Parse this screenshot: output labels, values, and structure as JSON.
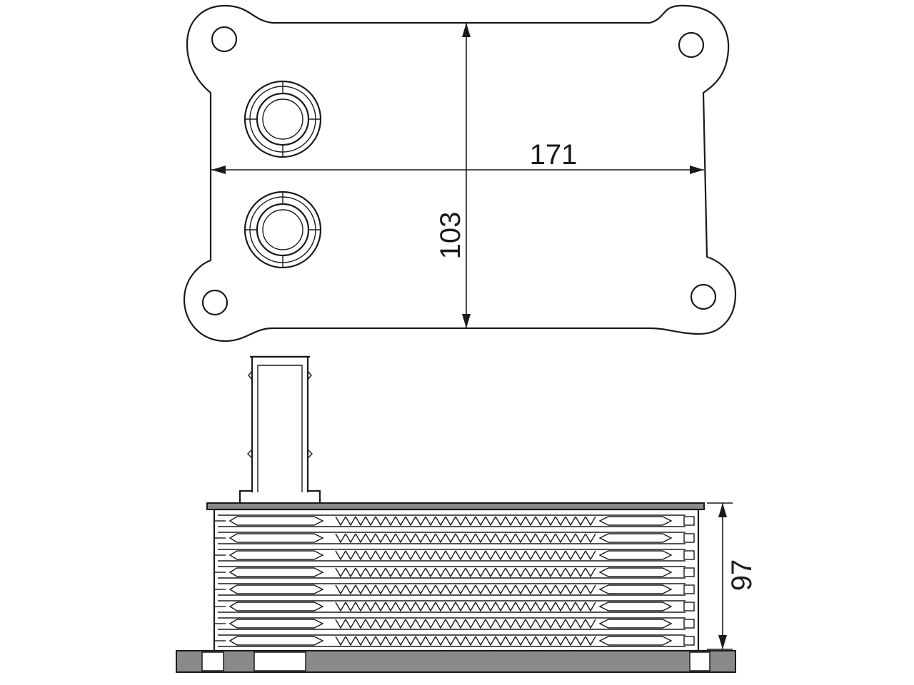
{
  "dimensions": {
    "width_label": "171",
    "height_label": "103",
    "depth_label": "97"
  }
}
